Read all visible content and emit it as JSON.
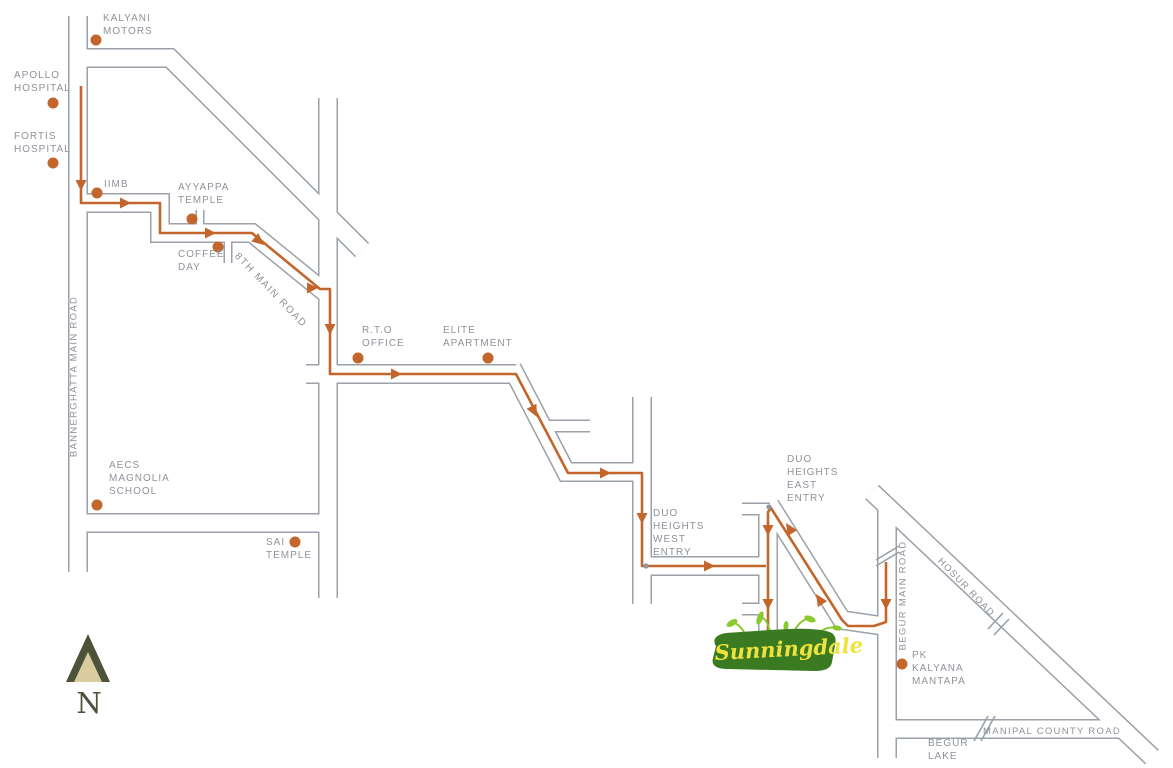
{
  "map_title": "Sunningdale location route map",
  "colors": {
    "route_orange": "#c2662c",
    "road_casing_gray": "#9aa1a8",
    "label_gray": "#8e939a",
    "logo_green": "#3a7a20",
    "logo_leaf_green": "#8cc832",
    "logo_text_yellow": "#efe23c",
    "compass_olive": "#4d5239",
    "compass_tan": "#d9cda0"
  },
  "pois": [
    {
      "id": "kalyani-motors",
      "label": "KALYANI\nMOTORS"
    },
    {
      "id": "apollo-hospital",
      "label": "APOLLO\nHOSPITAL"
    },
    {
      "id": "fortis-hospital",
      "label": "FORTIS\nHOSPITAL"
    },
    {
      "id": "iimb",
      "label": "IIMB"
    },
    {
      "id": "ayyappa-temple",
      "label": "AYYAPPA\nTEMPLE"
    },
    {
      "id": "coffee-day",
      "label": "COFFEE\nDAY"
    },
    {
      "id": "rto-office",
      "label": "R.T.O\nOFFICE"
    },
    {
      "id": "elite-apartment",
      "label": "ELITE\nAPARTMENT"
    },
    {
      "id": "aecs-magnolia-school",
      "label": "AECS\nMAGNOLIA\nSCHOOL"
    },
    {
      "id": "sai-temple",
      "label": "SAI\nTEMPLE"
    },
    {
      "id": "duo-heights-west-entry",
      "label": "DUO\nHEIGHTS\nWEST\nENTRY"
    },
    {
      "id": "duo-heights-east-entry",
      "label": "DUO\nHEIGHTS\nEAST\nENTRY"
    },
    {
      "id": "pk-kalyana-mantapa",
      "label": "PK\nKALYANA\nMANTAPA"
    },
    {
      "id": "begur-lake",
      "label": "BEGUR\nLAKE"
    }
  ],
  "road_labels": [
    {
      "id": "8th-main-road",
      "text": "8TH MAIN ROAD"
    },
    {
      "id": "bannerghatta-main-road",
      "text": "BANNERGHATTA MAIN ROAD"
    },
    {
      "id": "begur-main-road",
      "text": "BEGUR MAIN ROAD"
    },
    {
      "id": "hosur-road",
      "text": "HOSUR ROAD"
    },
    {
      "id": "manipal-county-road",
      "text": "MANIPAL COUNTY ROAD"
    }
  ],
  "compass": {
    "north_label": "N"
  },
  "logo": {
    "text": "Sunningdale"
  }
}
